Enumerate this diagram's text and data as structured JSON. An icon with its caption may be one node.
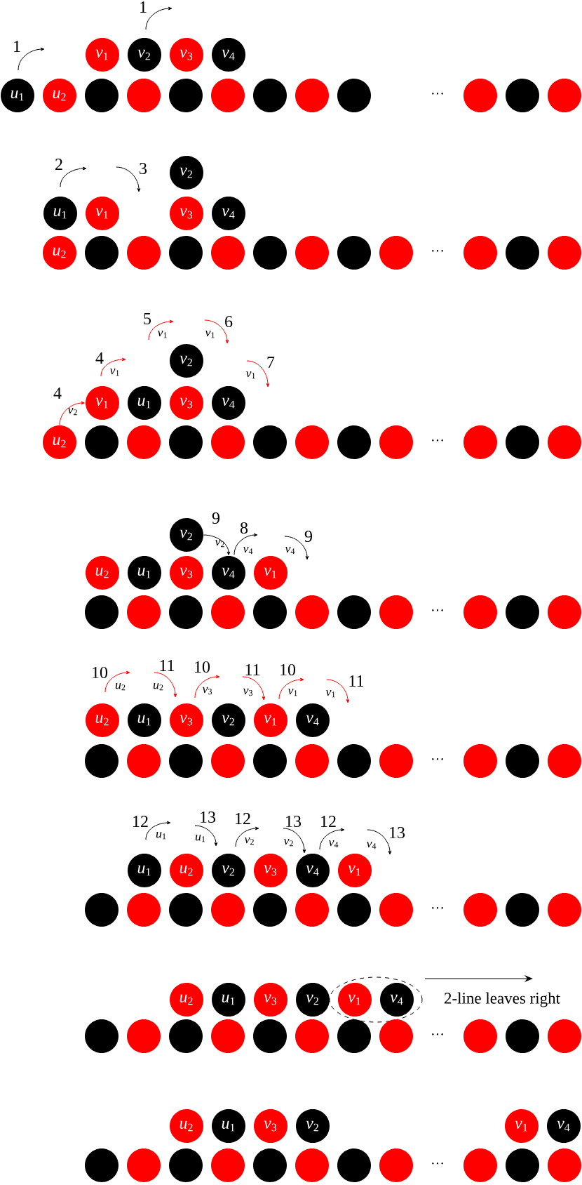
{
  "diagram": {
    "nodes": [
      {
        "text": [
          "*v*$_{1}$"
        ]
      },
      {
        "text": [
          "*v*$_{2}$"
        ]
      },
      {
        "text": [
          "*v*$_{3}$"
        ]
      },
      {
        "text": [
          "*v*$_{4}$"
        ]
      },
      {
        "text": [
          "*u*$_{1}$"
        ]
      },
      {
        "text": [
          "*u*$_{2}$"
        ]
      },
      {
        "text": [],
        "shape": "circle"
      },
      {
        "text": [],
        "shape": "circle"
      },
      {
        "text": [],
        "shape": "circle"
      },
      {
        "text": [],
        "shape": "circle"
      },
      {
        "text": [],
        "shape": "circle"
      },
      {
        "text": [],
        "shape": "circle"
      },
      {
        "text": [],
        "shape": "circle"
      },
      {
        "text": [],
        "shape": "circle"
      },
      {
        "text": [],
        "shape": "circle"
      },
      {
        "text": [],
        "shape": "circle"
      },
      {
        "text": [
          "*v*$_{2}$"
        ]
      },
      {
        "text": [
          "*u*$_{1}$"
        ]
      },
      {
        "text": [
          "*v*$_{1}$"
        ]
      },
      {
        "text": [
          "*v*$_{3}$"
        ]
      },
      {
        "text": [
          "*v*$_{4}$"
        ]
      },
      {
        "text": [
          "*u*$_{2}$"
        ]
      },
      {
        "text": [],
        "shape": "circle"
      },
      {
        "text": [],
        "shape": "circle"
      },
      {
        "text": [],
        "shape": "circle"
      },
      {
        "text": [],
        "shape": "circle"
      },
      {
        "text": [],
        "shape": "circle"
      },
      {
        "text": [],
        "shape": "circle"
      },
      {
        "text": [],
        "shape": "circle"
      },
      {
        "text": [],
        "shape": "circle"
      },
      {
        "text": [],
        "shape": "circle"
      },
      {
        "text": [],
        "shape": "circle"
      },
      {
        "text": [],
        "shape": "circle"
      },
      {
        "text": [
          "*v*$_{2}$"
        ]
      },
      {
        "text": [
          "*v*$_{1}$"
        ]
      },
      {
        "text": [
          "*u*$_{1}$"
        ]
      },
      {
        "text": [
          "*v*$_{3}$"
        ]
      },
      {
        "text": [
          "*v*$_{4}$"
        ]
      },
      {
        "text": [
          "*u*$_{2}$"
        ]
      },
      {
        "text": [],
        "shape": "circle"
      },
      {
        "text": [],
        "shape": "circle"
      },
      {
        "text": [],
        "shape": "circle"
      },
      {
        "text": [],
        "shape": "circle"
      },
      {
        "text": [],
        "shape": "circle"
      },
      {
        "text": [],
        "shape": "circle"
      },
      {
        "text": [],
        "shape": "circle"
      },
      {
        "text": [],
        "shape": "circle"
      },
      {
        "text": [],
        "shape": "circle"
      },
      {
        "text": [],
        "shape": "circle"
      },
      {
        "text": [],
        "shape": "circle"
      },
      {
        "text": [
          "*v*$_{2}$"
        ]
      },
      {
        "text": [
          "*u*$_{2}$"
        ]
      },
      {
        "text": [
          "*u*$_{1}$"
        ]
      },
      {
        "text": [
          "*v*$_{3}$"
        ]
      },
      {
        "text": [
          "*v*$_{4}$"
        ]
      },
      {
        "text": [
          "*v*$_{1}$"
        ]
      },
      {
        "text": [],
        "shape": "circle"
      },
      {
        "text": [],
        "shape": "circle"
      },
      {
        "text": [],
        "shape": "circle"
      },
      {
        "text": [],
        "shape": "circle"
      },
      {
        "text": [],
        "shape": "circle"
      },
      {
        "text": [],
        "shape": "circle"
      },
      {
        "text": [],
        "shape": "circle"
      },
      {
        "text": [],
        "shape": "circle"
      },
      {
        "text": [],
        "shape": "circle"
      },
      {
        "text": [],
        "shape": "circle"
      },
      {
        "text": [],
        "shape": "circle"
      },
      {
        "text": [
          "*u*$_{2}$"
        ]
      },
      {
        "text": [
          "*u*$_{1}$"
        ]
      },
      {
        "text": [
          "*v*$_{3}$"
        ]
      },
      {
        "text": [
          "*v*$_{2}$"
        ]
      },
      {
        "text": [
          "*v*$_{1}$"
        ]
      },
      {
        "text": [
          "*v*$_{4}$"
        ]
      },
      {
        "text": [],
        "shape": "circle"
      },
      {
        "text": [],
        "shape": "circle"
      },
      {
        "text": [],
        "shape": "circle"
      },
      {
        "text": [],
        "shape": "circle"
      },
      {
        "text": [],
        "shape": "circle"
      },
      {
        "text": [],
        "shape": "circle"
      },
      {
        "text": [],
        "shape": "circle"
      },
      {
        "text": [],
        "shape": "circle"
      },
      {
        "text": [],
        "shape": "circle"
      },
      {
        "text": [],
        "shape": "circle"
      },
      {
        "text": [],
        "shape": "circle"
      },
      {
        "text": [
          "*u*$_{1}$"
        ]
      },
      {
        "text": [
          "*u*$_{2}$"
        ]
      },
      {
        "text": [
          "*v*$_{2}$"
        ]
      },
      {
        "text": [
          "*v*$_{3}$"
        ]
      },
      {
        "text": [
          "*v*$_{4}$"
        ]
      },
      {
        "text": [
          "*v*$_{1}$"
        ]
      },
      {
        "text": [],
        "shape": "circle"
      },
      {
        "text": [],
        "shape": "circle"
      },
      {
        "text": [],
        "shape": "circle"
      },
      {
        "text": [],
        "shape": "circle"
      },
      {
        "text": [],
        "shape": "circle"
      },
      {
        "text": [],
        "shape": "circle"
      },
      {
        "text": [],
        "shape": "circle"
      },
      {
        "text": [],
        "shape": "circle"
      },
      {
        "text": [],
        "shape": "circle"
      },
      {
        "text": [],
        "shape": "circle"
      },
      {
        "text": [],
        "shape": "circle"
      },
      {
        "text": [],
        "shape": "ellipse"
      },
      {
        "text": [
          "*u*$_{2}$"
        ]
      },
      {
        "text": [
          "*u*$_{1}$"
        ]
      },
      {
        "text": [
          "*v*$_{3}$"
        ]
      },
      {
        "text": [
          "*v*$_{2}$"
        ]
      },
      {
        "text": [
          "*v*$_{1}$"
        ],
        "in": 101
      },
      {
        "text": [
          "*v*$_{4}$"
        ],
        "in": 101
      },
      {
        "text": [],
        "shape": "circle"
      },
      {
        "text": [],
        "shape": "circle"
      },
      {
        "text": [],
        "shape": "circle"
      },
      {
        "text": [],
        "shape": "circle"
      },
      {
        "text": [],
        "shape": "circle"
      },
      {
        "text": [],
        "shape": "circle"
      },
      {
        "text": [],
        "shape": "circle"
      },
      {
        "text": [],
        "shape": "circle"
      },
      {
        "text": [],
        "shape": "circle"
      },
      {
        "text": [],
        "shape": "circle"
      },
      {
        "text": [],
        "shape": "circle"
      },
      {
        "text": [
          "*u*$_{2}$"
        ]
      },
      {
        "text": [
          "*u*$_{1}$"
        ]
      },
      {
        "text": [
          "*v*$_{3}$"
        ]
      },
      {
        "text": [
          "*v*$_{2}$"
        ]
      },
      {
        "text": [
          "*v*$_{1}$"
        ]
      },
      {
        "text": [
          "*v*$_{4}$"
        ]
      },
      {
        "text": [],
        "shape": "circle"
      },
      {
        "text": [],
        "shape": "circle"
      },
      {
        "text": [],
        "shape": "circle"
      },
      {
        "text": [],
        "shape": "circle"
      },
      {
        "text": [],
        "shape": "circle"
      },
      {
        "text": [],
        "shape": "circle"
      },
      {
        "text": [],
        "shape": "circle"
      },
      {
        "text": [],
        "shape": "circle"
      },
      {
        "text": [],
        "shape": "circle"
      },
      {
        "text": [],
        "shape": "circle"
      },
      {
        "text": [],
        "shape": "circle"
      }
    ],
    "edges": [
      {
        "from": 38,
        "to": 34,
        "arrow": "to",
        "color": "#ff0000"
      },
      {
        "from": 50,
        "to": 54,
        "arrow": "to",
        "color": "#000000"
      }
    ],
    "labels": [
      "1",
      "1",
      "···",
      "2",
      "3",
      "···",
      "5",
      "6",
      "*v*$_{1}$",
      "*v*$_{1}$",
      "4",
      "7",
      "*v*$_{1}$",
      "*v*$_{1}$",
      "4",
      "*v*$_{2}$",
      "···",
      "9",
      "8",
      "9",
      "*v*$_{2}$",
      "*v*$_{4}$",
      "*v*$_{4}$",
      "···",
      "10",
      "11",
      "10",
      "11",
      "10",
      "11",
      "*u*$_{2}$",
      "*u*$_{2}$",
      "*v*$_{3}$",
      "*v*$_{3}$",
      "*v*$_{1}$",
      "*v*$_{1}$",
      "···",
      "12",
      "13",
      "12",
      "13",
      "12",
      "13",
      "*u*$_{1}$",
      "*u*$_{1}$",
      "*v*$_{2}$",
      "*v*$_{2}$",
      "*v*$_{4}$",
      "*v*$_{4}$",
      "···",
      "2-line leaves right",
      "···",
      "···"
    ]
  }
}
